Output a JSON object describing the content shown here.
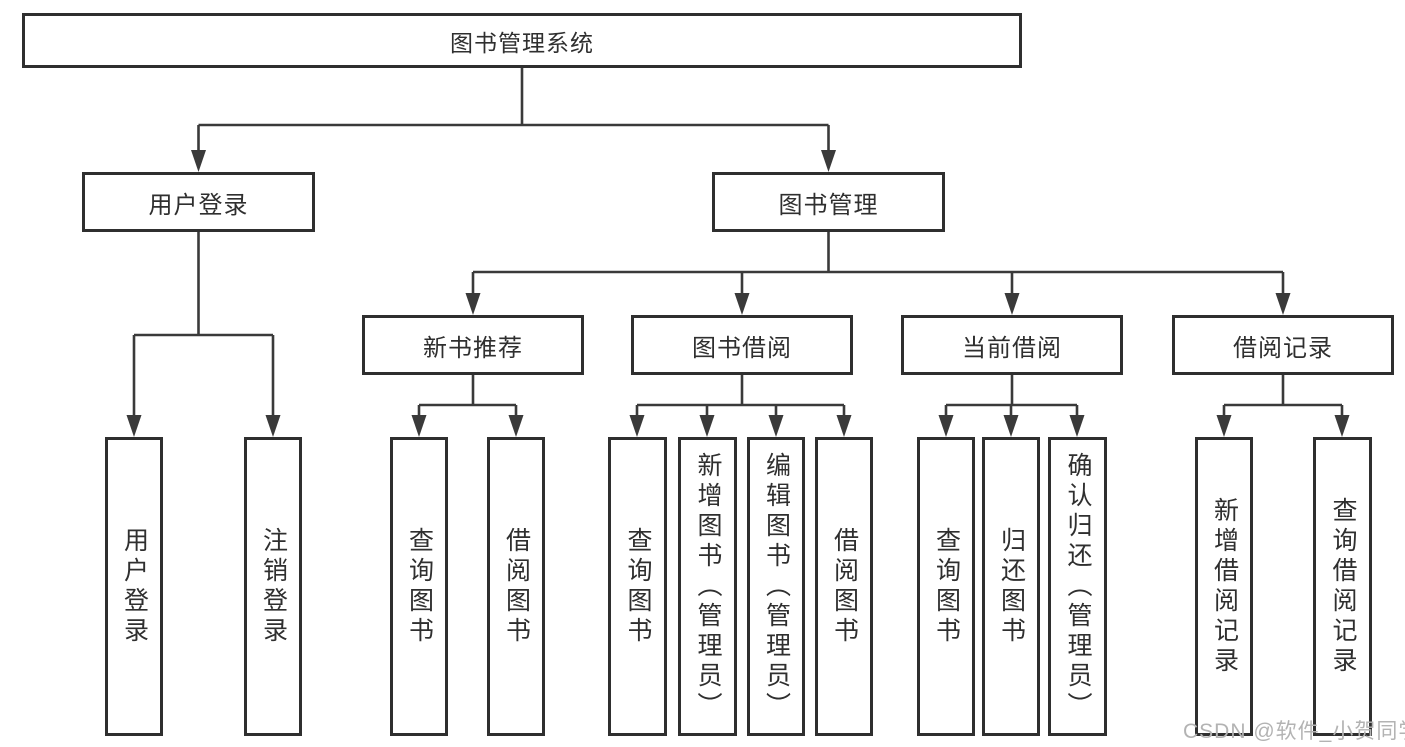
{
  "diagram": {
    "root": {
      "label": "图书管理系统"
    },
    "branches": [
      {
        "label": "用户登录",
        "children": [
          {
            "label": "用户登录"
          },
          {
            "label": "注销登录"
          }
        ]
      },
      {
        "label": "图书管理",
        "children": [
          {
            "label": "新书推荐",
            "children": [
              {
                "label": "查询图书"
              },
              {
                "label": "借阅图书"
              }
            ]
          },
          {
            "label": "图书借阅",
            "children": [
              {
                "label": "查询图书"
              },
              {
                "label": "新增图书（管理员）"
              },
              {
                "label": "编辑图书（管理员）"
              },
              {
                "label": "借阅图书"
              }
            ]
          },
          {
            "label": "当前借阅",
            "children": [
              {
                "label": "查询图书"
              },
              {
                "label": "归还图书"
              },
              {
                "label": "确认归还（管理员）"
              }
            ]
          },
          {
            "label": "借阅记录",
            "children": [
              {
                "label": "新增借阅记录"
              },
              {
                "label": "查询借阅记录"
              }
            ]
          }
        ]
      }
    ]
  },
  "watermark": {
    "text": "CSDN @软件_小贺同学"
  },
  "colors": {
    "line": "#3a3a3a",
    "border": "#2f2f2f",
    "text": "#2f2f2f",
    "watermark": "#b3b3b3",
    "background": "#ffffff"
  }
}
